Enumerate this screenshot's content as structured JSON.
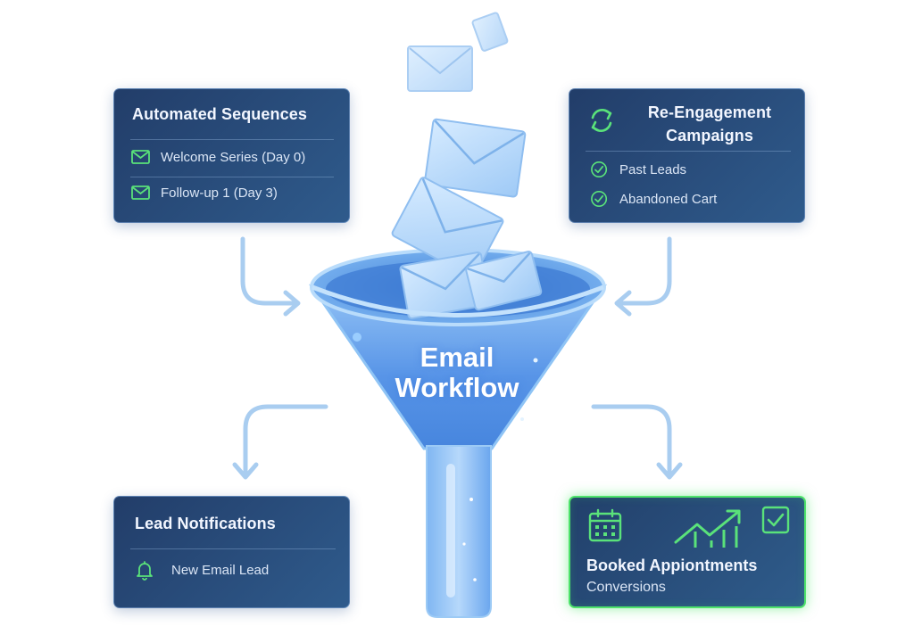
{
  "diagram": {
    "center_label": {
      "line1": "Email",
      "line2": "Workflow"
    },
    "cards": {
      "automated_sequences": {
        "title": "Automated Sequences",
        "items": [
          {
            "label": "Welcome Series (Day 0)",
            "icon": "envelope-icon"
          },
          {
            "label": "Follow-up 1 (Day 3)",
            "icon": "envelope-icon"
          }
        ]
      },
      "re_engagement": {
        "title_line1": "Re-Engagement",
        "title_line2": "Campaigns",
        "icon": "refresh-icon",
        "items": [
          {
            "label": "Past Leads",
            "icon": "check-circle-icon"
          },
          {
            "label": "Abandoned Cart",
            "icon": "check-circle-icon"
          }
        ]
      },
      "lead_notifications": {
        "title": "Lead Notifications",
        "items": [
          {
            "label": "New Email Lead",
            "icon": "bell-icon"
          }
        ]
      },
      "booked": {
        "title": "Booked Appiontments",
        "subtitle": "Conversions",
        "icons": [
          "calendar-icon",
          "trend-up-icon",
          "checkbox-icon"
        ]
      }
    },
    "colors": {
      "card_bg": "#2a4f80",
      "funnel_blue": "#5b9bea",
      "accent_green": "#4ee36b",
      "arrow_blue": "#a9cdf0"
    }
  }
}
